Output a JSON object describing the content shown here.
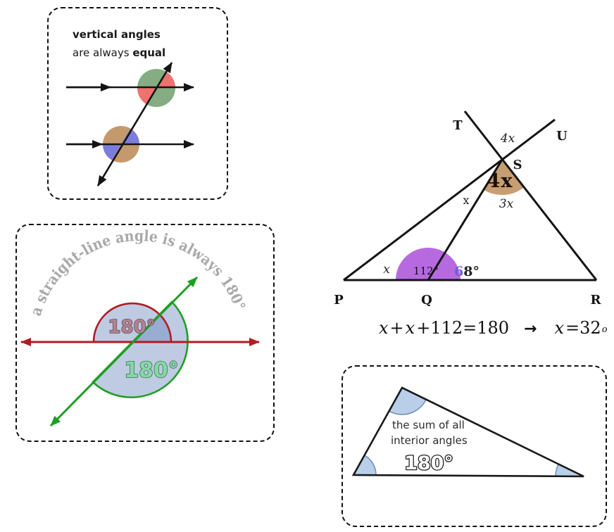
{
  "colors": {
    "line": "#141414",
    "green_circle": "#85AC82",
    "red_wedge": "#F0726E",
    "tan_circle": "#C49A6C",
    "blue_wedge": "#7C7CDD",
    "red_line": "#B01C24",
    "green_line": "#1F9E23",
    "angle_fill": "rgba(100,130,185,0.42)",
    "arc_text_gray": "#A9A9A9",
    "mauve_fill": "#B4818F",
    "mauve_stroke": "#5E5066",
    "green_fill": "#84D8A5",
    "green_stroke": "#41705A",
    "purple": "#B76AE0",
    "tan_wedge": "#C79D72",
    "wedge_blue": "#B9CFE9",
    "wedge_blue_stroke": "#6B8DB3",
    "six_purple": "#6F5ED2",
    "dark_text": "#222222"
  },
  "vertical_box": {
    "heading_bold": "vertical angles",
    "line2_regular": "are always ",
    "line2_bold": "equal"
  },
  "straight_box": {
    "arc_text": "a straight-line angle is always 180°",
    "upper_angle": "180°",
    "lower_angle": "180°"
  },
  "diagram": {
    "point_t": "T",
    "point_u": "U",
    "point_s": "S",
    "point_p": "P",
    "point_q": "Q",
    "point_r": "R",
    "angle_top": "4x",
    "angle_vertex": "4x",
    "angle_bottom": "3x",
    "angle_mid": "x",
    "angle_p": "x",
    "angle_q_left": "112°",
    "angle_q_right_first": "6",
    "angle_q_right_rest": "8°"
  },
  "equation": {
    "x1": "x",
    "plus1": "+",
    "x2": "x",
    "rest": "+112=180",
    "arrow": "→",
    "rx": "x",
    "requals": "=32",
    "sup": "o"
  },
  "triangle_box": {
    "line1": "the sum of all",
    "line2": "interior angles",
    "angle": "180°"
  }
}
